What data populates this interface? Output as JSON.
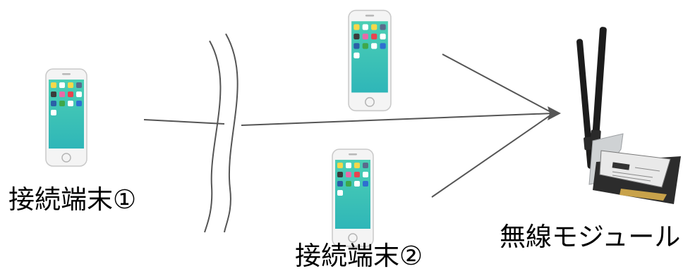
{
  "labels": {
    "device1": "接続端末①",
    "device2": "接続端末②",
    "module": "無線モジュール"
  },
  "colors": {
    "phone_body": "#f4f4f4",
    "phone_outline": "#c9c9c9",
    "screen": "#38c6a8",
    "line": "#555555",
    "antenna": "#1c1c1c",
    "pcb": "#2c2c2c",
    "bracket": "#cfd2d4",
    "sticker": "#e9e9e9"
  },
  "icons": [
    "smartphone-icon",
    "wireless-card-icon",
    "arrowhead-icon",
    "wall-break-icon"
  ]
}
